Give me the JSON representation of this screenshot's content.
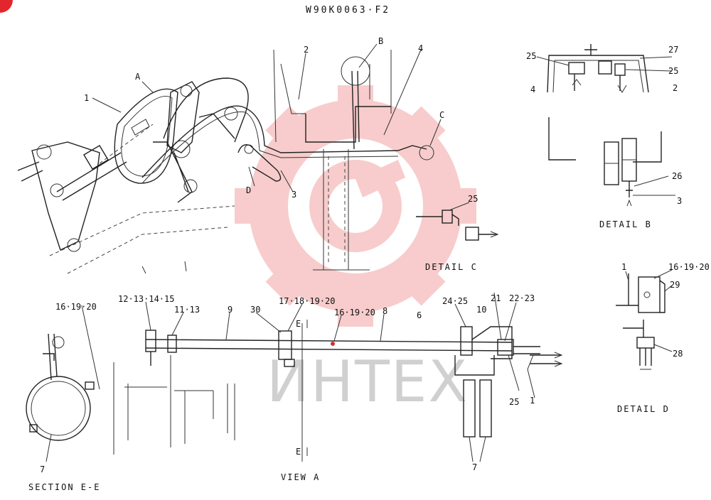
{
  "header": {
    "title": "W90K0063·F2"
  },
  "watermark": {
    "text": "ИНТЕХ",
    "color": "#e84a4a"
  },
  "colors": {
    "line": "#222222",
    "accent": "#e84a4a",
    "background": "#ffffff"
  },
  "main_view": {
    "letters": {
      "A": "A",
      "B": "B",
      "C": "C",
      "D": "D"
    },
    "numbers": {
      "n1": "1",
      "n2": "2",
      "n3": "3",
      "n4": "4"
    }
  },
  "detail_b": {
    "caption": "DETAIL B",
    "labels": {
      "n25a": "25",
      "n27": "27",
      "n25b": "25",
      "n4": "4",
      "n2": "2",
      "n26": "26",
      "n3": "3"
    }
  },
  "detail_c": {
    "caption": "DETAIL C",
    "labels": {
      "n25": "25"
    }
  },
  "detail_d": {
    "caption": "DETAIL D",
    "labels": {
      "n1": "1",
      "n161920": "16·19·20",
      "n29": "29",
      "n28": "28"
    }
  },
  "section_ee": {
    "caption": "SECTION E-E",
    "labels": {
      "n161920": "16·19·20",
      "n7": "7"
    }
  },
  "view_a": {
    "caption": "VIEW A",
    "labels": {
      "n12131415": "12·13·14·15",
      "n1113": "11·13",
      "n9": "9",
      "n30": "30",
      "n17181920": "17·18·19·20",
      "n161920": "16·19·20",
      "n8": "8",
      "n6": "6",
      "n2425": "24·25",
      "n10": "10",
      "n21": "21",
      "n2223": "22·23",
      "e_top": "E",
      "e_bottom": "E",
      "n25": "25",
      "n1": "1",
      "n7": "7"
    }
  }
}
